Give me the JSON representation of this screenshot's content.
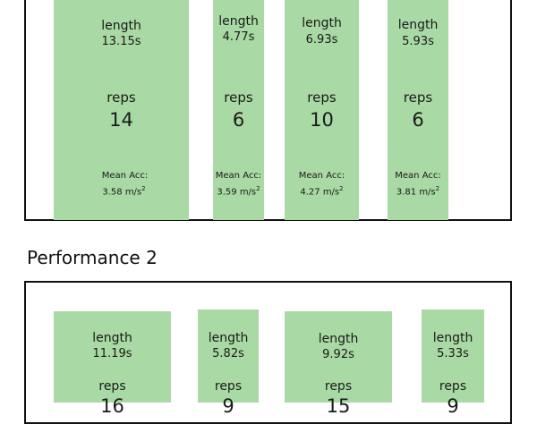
{
  "performance1": {
    "cards": [
      {
        "length_label": "length",
        "length": "13.15s",
        "reps_label": "reps",
        "reps": "14",
        "acc_label": "Mean Acc:",
        "acc": "3.58 m/s",
        "acc_sup": "2"
      },
      {
        "length_label": "length",
        "length": "4.77s",
        "reps_label": "reps",
        "reps": "6",
        "acc_label": "Mean Acc:",
        "acc": "3.59 m/s",
        "acc_sup": "2"
      },
      {
        "length_label": "length",
        "length": "6.93s",
        "reps_label": "reps",
        "reps": "10",
        "acc_label": "Mean Acc:",
        "acc": "4.27 m/s",
        "acc_sup": "2"
      },
      {
        "length_label": "length",
        "length": "5.93s",
        "reps_label": "reps",
        "reps": "6",
        "acc_label": "Mean Acc:",
        "acc": "3.81 m/s",
        "acc_sup": "2"
      }
    ]
  },
  "performance2": {
    "heading": "Performance 2",
    "cards": [
      {
        "length_label": "length",
        "length": "11.19s",
        "reps_label": "reps",
        "reps": "16"
      },
      {
        "length_label": "length",
        "length": "5.82s",
        "reps_label": "reps",
        "reps": "9"
      },
      {
        "length_label": "length",
        "length": "9.92s",
        "reps_label": "reps",
        "reps": "15"
      },
      {
        "length_label": "length",
        "length": "5.33s",
        "reps_label": "reps",
        "reps": "9"
      }
    ]
  },
  "colors": {
    "card": "#a9d9a4",
    "border": "#111111"
  }
}
